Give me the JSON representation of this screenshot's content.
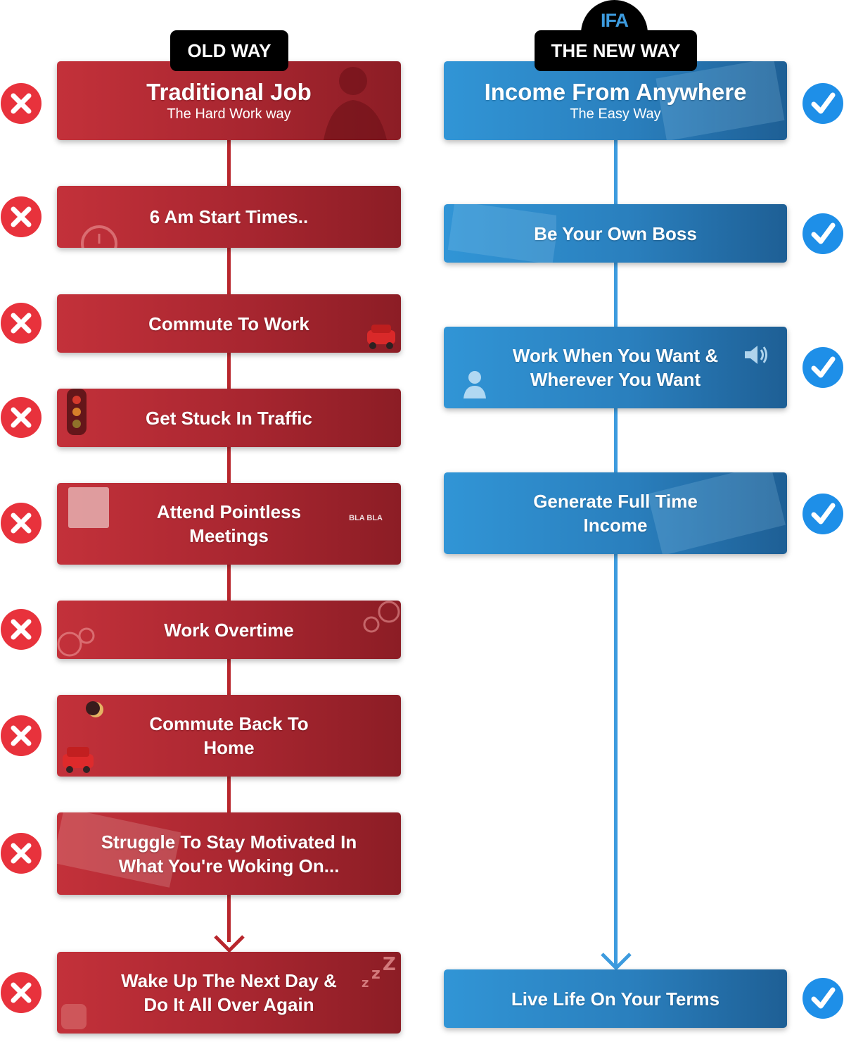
{
  "headers": {
    "old": "OLD WAY",
    "new": "THE NEW WAY",
    "logo": "IFA"
  },
  "old_way": {
    "title": "Traditional Job",
    "subtitle": "The Hard Work way",
    "steps": [
      {
        "line1": "6 Am Start Times..",
        "line2": ""
      },
      {
        "line1": "Commute To Work",
        "line2": ""
      },
      {
        "line1": "Get Stuck In Traffic",
        "line2": ""
      },
      {
        "line1": "Attend Pointless",
        "line2": "Meetings"
      },
      {
        "line1": "Work Overtime",
        "line2": ""
      },
      {
        "line1": "Commute Back To",
        "line2": "Home"
      },
      {
        "line1": "Struggle To Stay Motivated In",
        "line2": "What You're Woking On..."
      },
      {
        "line1": "Wake Up The Next Day &",
        "line2": "Do It All Over Again"
      }
    ],
    "deco_text": "BLA BLA"
  },
  "new_way": {
    "title": "Income From Anywhere",
    "subtitle": "The Easy Way",
    "steps": [
      {
        "line1": "Be Your Own Boss",
        "line2": ""
      },
      {
        "line1": "Work When You Want &",
        "line2": "Wherever You Want"
      },
      {
        "line1": "Generate Full Time",
        "line2": "Income"
      },
      {
        "line1": "Live Life On Your Terms",
        "line2": ""
      }
    ]
  },
  "colors": {
    "old": "#b8262c",
    "new": "#3d9bde",
    "cross": "#e8323c",
    "check": "#1e8fe8"
  }
}
